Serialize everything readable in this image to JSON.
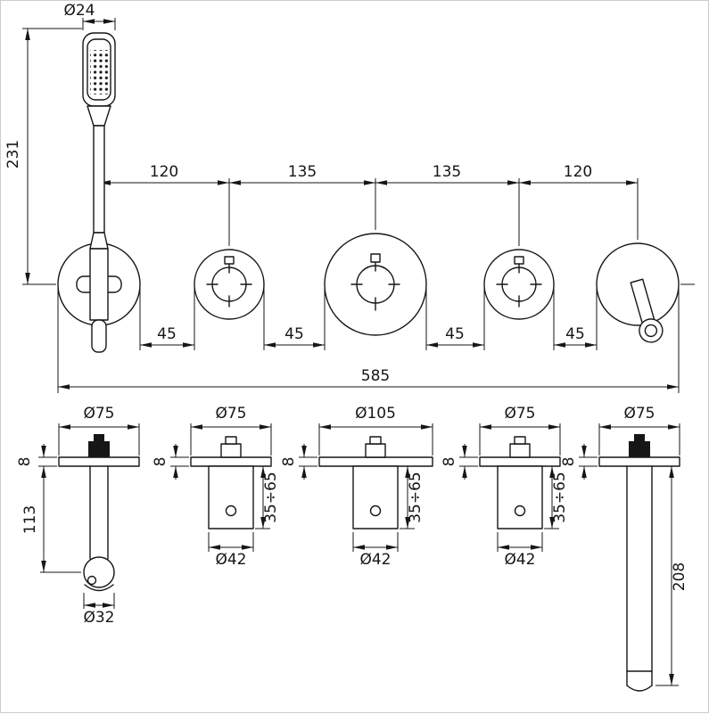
{
  "meta": {
    "background": "#ffffff",
    "ink": "#161616"
  },
  "front": {
    "handshower_head_diameter": "Ø24",
    "handshower_height": "231",
    "spacings": {
      "s1": "120",
      "s2": "135",
      "s3": "135",
      "s4": "120"
    },
    "edge_offsets": {
      "o1": "45",
      "o2": "45",
      "o3": "45",
      "o4": "45"
    },
    "overall_width": "585"
  },
  "side": {
    "holder": {
      "plate": "Ø75",
      "thickness": "8",
      "projection": "113",
      "outlet": "Ø32"
    },
    "valve_left": {
      "plate": "Ø75",
      "thickness": "8",
      "depth": "35÷65",
      "body": "Ø42"
    },
    "thermostat": {
      "plate": "Ø105",
      "thickness": "8",
      "depth": "35÷65",
      "body": "Ø42"
    },
    "valve_right": {
      "plate": "Ø75",
      "thickness": "8",
      "depth": "35÷65",
      "body": "Ø42"
    },
    "spout": {
      "plate": "Ø75",
      "thickness": "8",
      "projection": "208"
    }
  }
}
